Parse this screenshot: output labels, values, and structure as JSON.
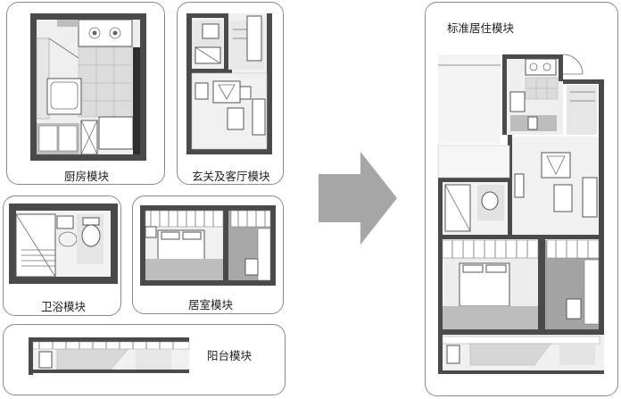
{
  "modules": {
    "kitchen": {
      "label": "厨房模块"
    },
    "entrance_living": {
      "label": "玄关及客厅模块"
    },
    "bathroom": {
      "label": "卫浴模块"
    },
    "bedroom": {
      "label": "居室模块"
    },
    "balcony": {
      "label": "阳台模块"
    }
  },
  "result": {
    "label": "标准居住模块"
  },
  "colors": {
    "border": "#8a8a8a",
    "arrow": "#a6a6a6",
    "wall": "#4a4a4a"
  }
}
